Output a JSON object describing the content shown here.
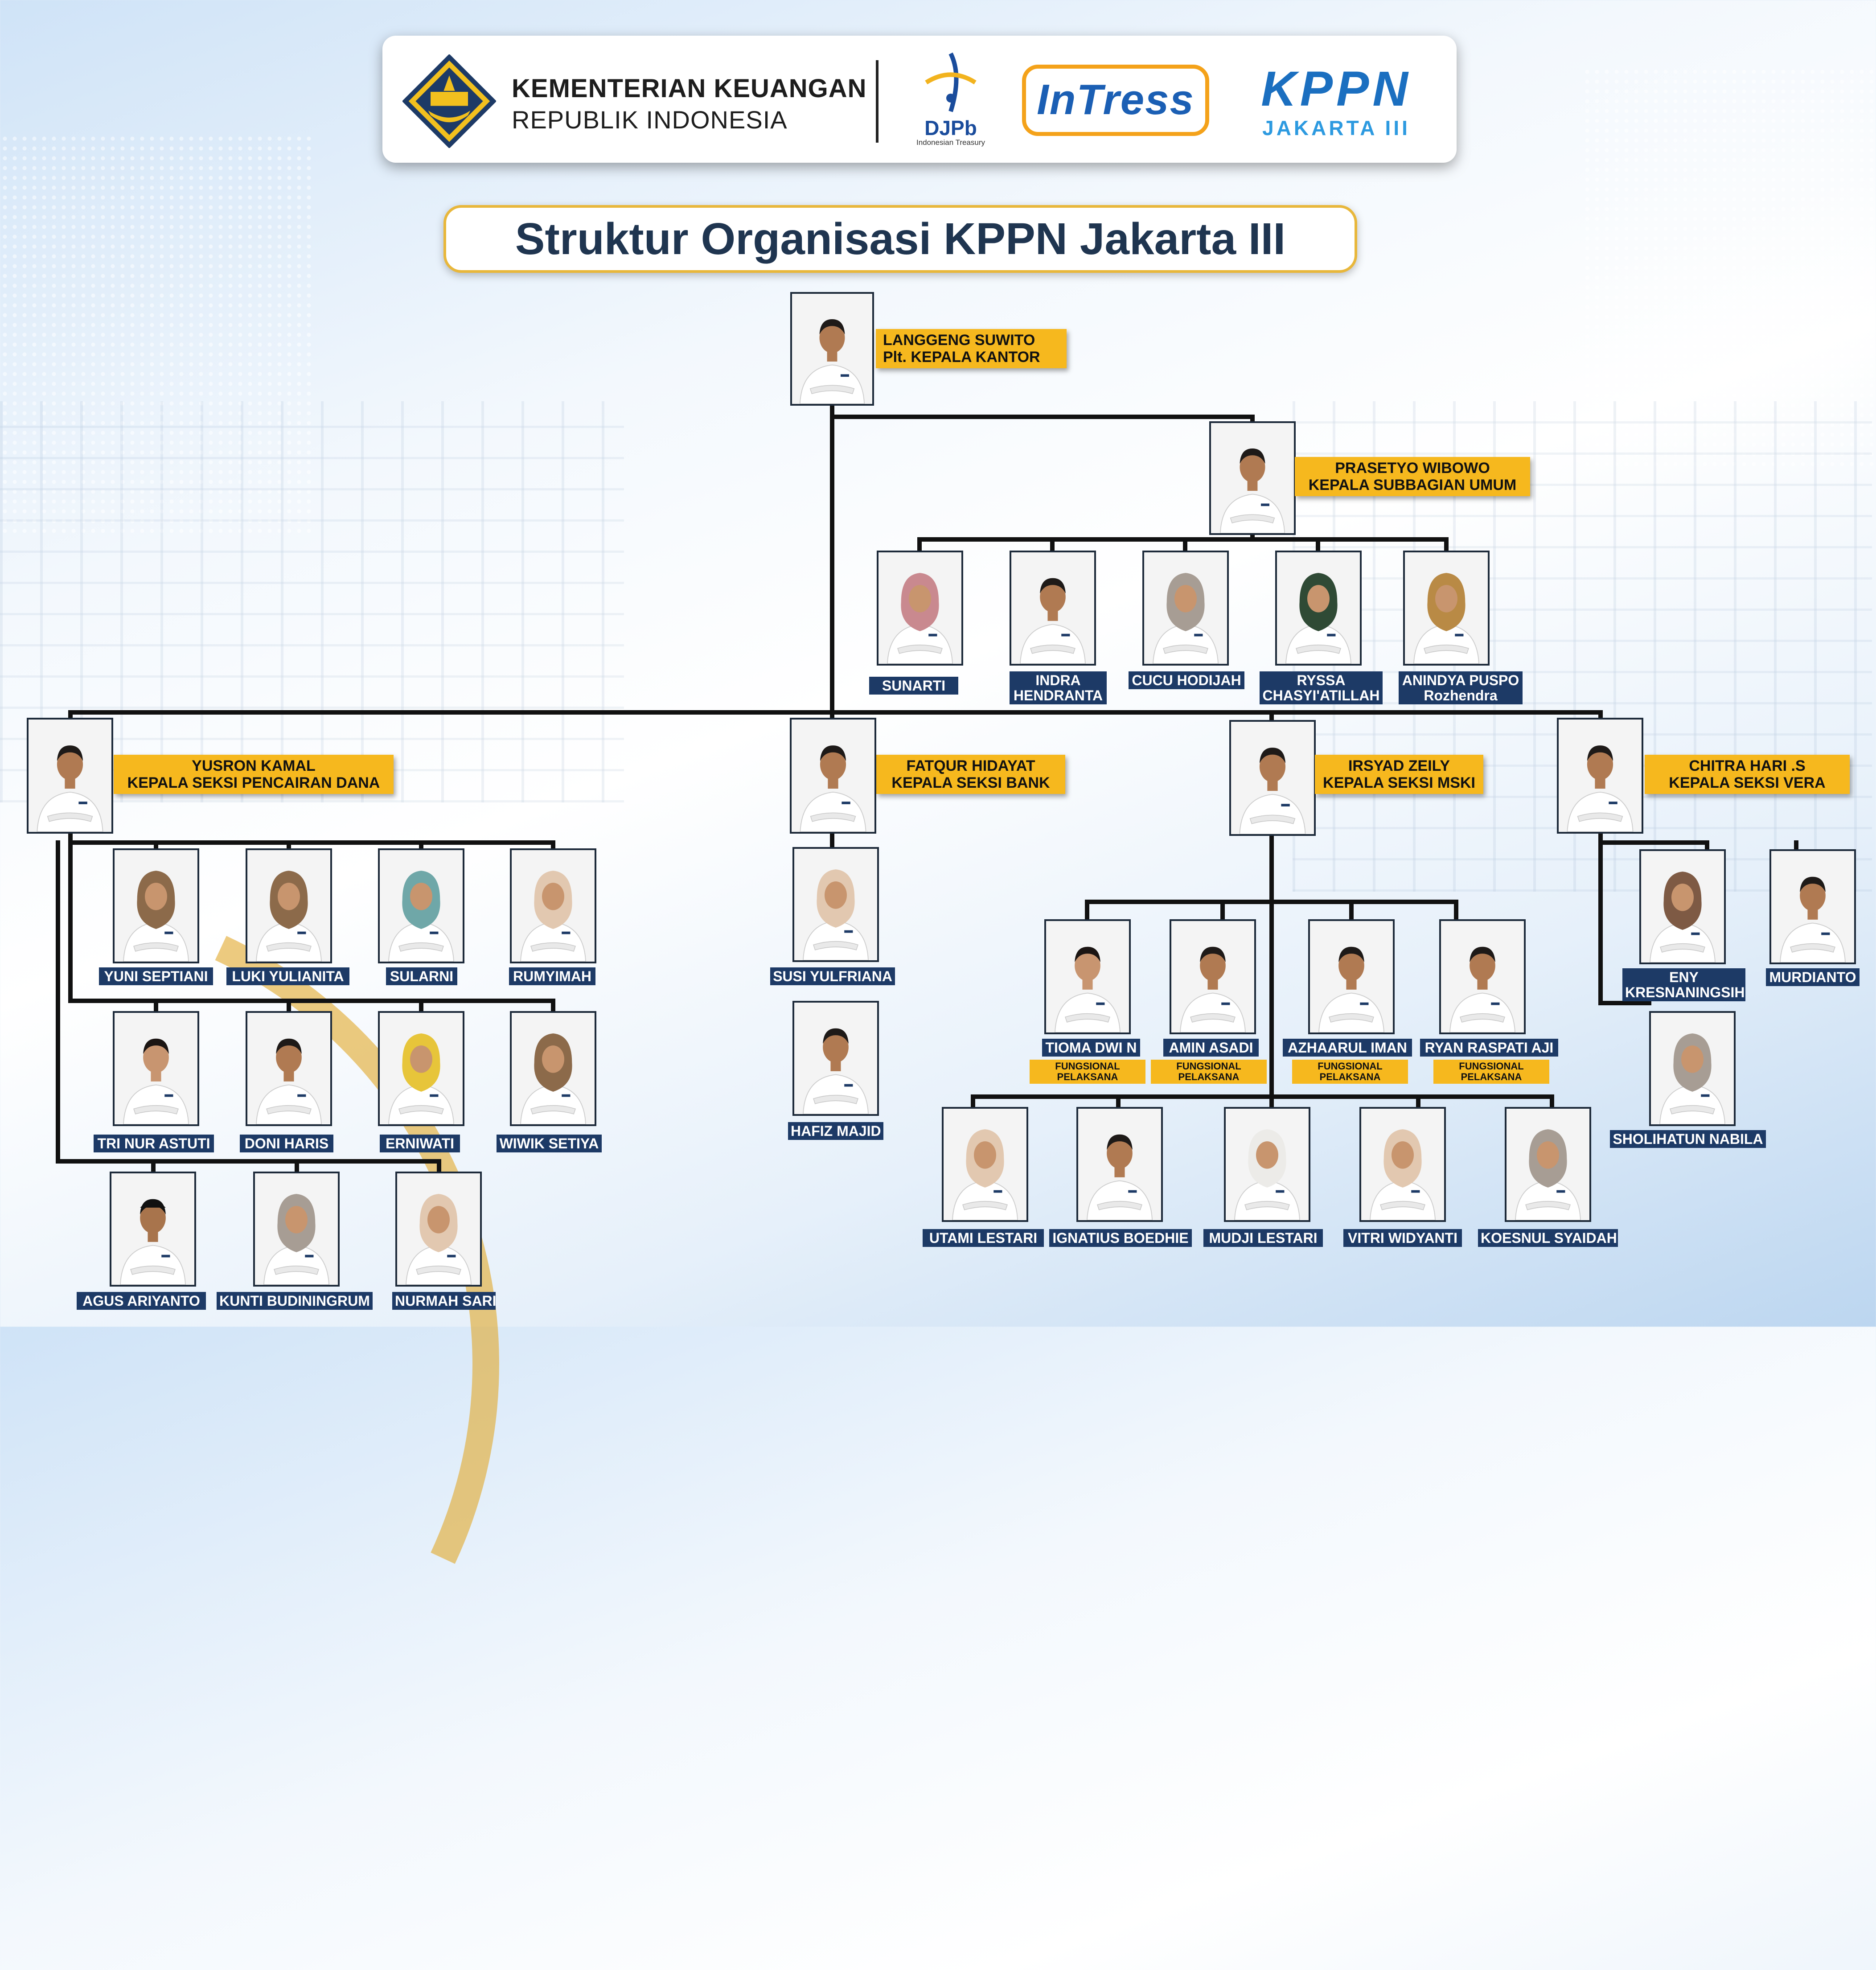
{
  "header": {
    "ministry_line1": "KEMENTERIAN KEUANGAN",
    "ministry_line2": "REPUBLIK INDONESIA",
    "djpb_text": "DJPb",
    "djpb_sub": "Indonesian Treasury",
    "intress_text": "InTress",
    "kppn_text": "KPPN",
    "kppn_sub": "JAKARTA III"
  },
  "title": "Struktur Organisasi KPPN Jakarta III",
  "colors": {
    "gold": "#f6b81e",
    "navy": "#1d3a66",
    "line": "#111111",
    "title": "#1f3550"
  },
  "head": {
    "name": "LANGGENG SUWITO",
    "role": "Plt. KEPALA KANTOR"
  },
  "umum": {
    "head": {
      "name": "PRASETYO WIBOWO",
      "role": "KEPALA SUBBAGIAN UMUM"
    },
    "staff": [
      {
        "name": "SUNARTI",
        "attire": "hijab-pink"
      },
      {
        "name": "INDRA HENDRANTA",
        "line1": "INDRA",
        "line2": "HENDRANTA",
        "attire": "male"
      },
      {
        "name": "CUCU HODIJAH",
        "attire": "hijab-grey"
      },
      {
        "name": "RYSSA CHASYI'ATILLAH",
        "line1": "RYSSA",
        "line2": "CHASYI'ATILLAH",
        "attire": "hijab-green"
      },
      {
        "name": "ANINDYA PUSPO Rozhendra",
        "line1": "ANINDYA PUSPO",
        "line2": "Rozhendra",
        "attire": "hijab-gold"
      }
    ]
  },
  "pencairan": {
    "head": {
      "name": "YUSRON KAMAL",
      "role": "KEPALA SEKSI PENCAIRAN DANA"
    },
    "staff": [
      {
        "name": "YUNI SEPTIANI",
        "attire": "hijab-batik"
      },
      {
        "name": "LUKI YULIANITA",
        "attire": "hijab-batik"
      },
      {
        "name": "SULARNI",
        "attire": "hijab-teal"
      },
      {
        "name": "RUMYIMAH",
        "attire": "hijab-beige"
      },
      {
        "name": "TRI NUR ASTUTI",
        "attire": "female"
      },
      {
        "name": "DONI HARIS",
        "attire": "male"
      },
      {
        "name": "ERNIWATI",
        "attire": "hijab-yellow"
      },
      {
        "name": "WIWIK SETIYA",
        "attire": "hijab-batik"
      },
      {
        "name": "AGUS ARIYANTO",
        "attire": "male-cap"
      },
      {
        "name": "KUNTI BUDININGRUM",
        "attire": "hijab-grey"
      },
      {
        "name": "NURMAH SARI",
        "attire": "hijab-beige"
      }
    ]
  },
  "bank": {
    "head": {
      "name": "FATQUR HIDAYAT",
      "role": "KEPALA SEKSI BANK"
    },
    "staff": [
      {
        "name": "SUSI YULFRIANA",
        "attire": "hijab-beige"
      },
      {
        "name": "HAFIZ MAJID",
        "attire": "male"
      }
    ]
  },
  "mski": {
    "head": {
      "name": "IRSYAD ZEILY",
      "role": "KEPALA SEKSI MSKI"
    },
    "functional_label": "FUNGSIONAL PELAKSANA",
    "functional": [
      {
        "name": "TIOMA DWI N",
        "attire": "female"
      },
      {
        "name": "AMIN ASADI",
        "attire": "male"
      },
      {
        "name": "AZHAARUL IMAN",
        "attire": "male"
      },
      {
        "name": "RYAN RASPATI AJI",
        "attire": "male"
      }
    ],
    "staff": [
      {
        "name": "UTAMI LESTARI",
        "attire": "hijab-beige"
      },
      {
        "name": "IGNATIUS BOEDHIE",
        "attire": "male"
      },
      {
        "name": "MUDJI LESTARI",
        "attire": "hijab-white"
      },
      {
        "name": "VITRI WIDYANTI",
        "attire": "hijab-beige"
      },
      {
        "name": "KOESNUL SYAIDAH",
        "attire": "hijab-grey"
      }
    ]
  },
  "vera": {
    "head": {
      "name": "CHITRA HARI .S",
      "role": "KEPALA SEKSI VERA"
    },
    "staff": [
      {
        "name": "ENY KRESNANINGSIH",
        "line1": "ENY",
        "line2": "KRESNANINGSIH",
        "attire": "hijab-brown"
      },
      {
        "name": "MURDIANTO",
        "attire": "male"
      },
      {
        "name": "SHOLIHATUN NABILA",
        "attire": "hijab-grey"
      }
    ]
  }
}
